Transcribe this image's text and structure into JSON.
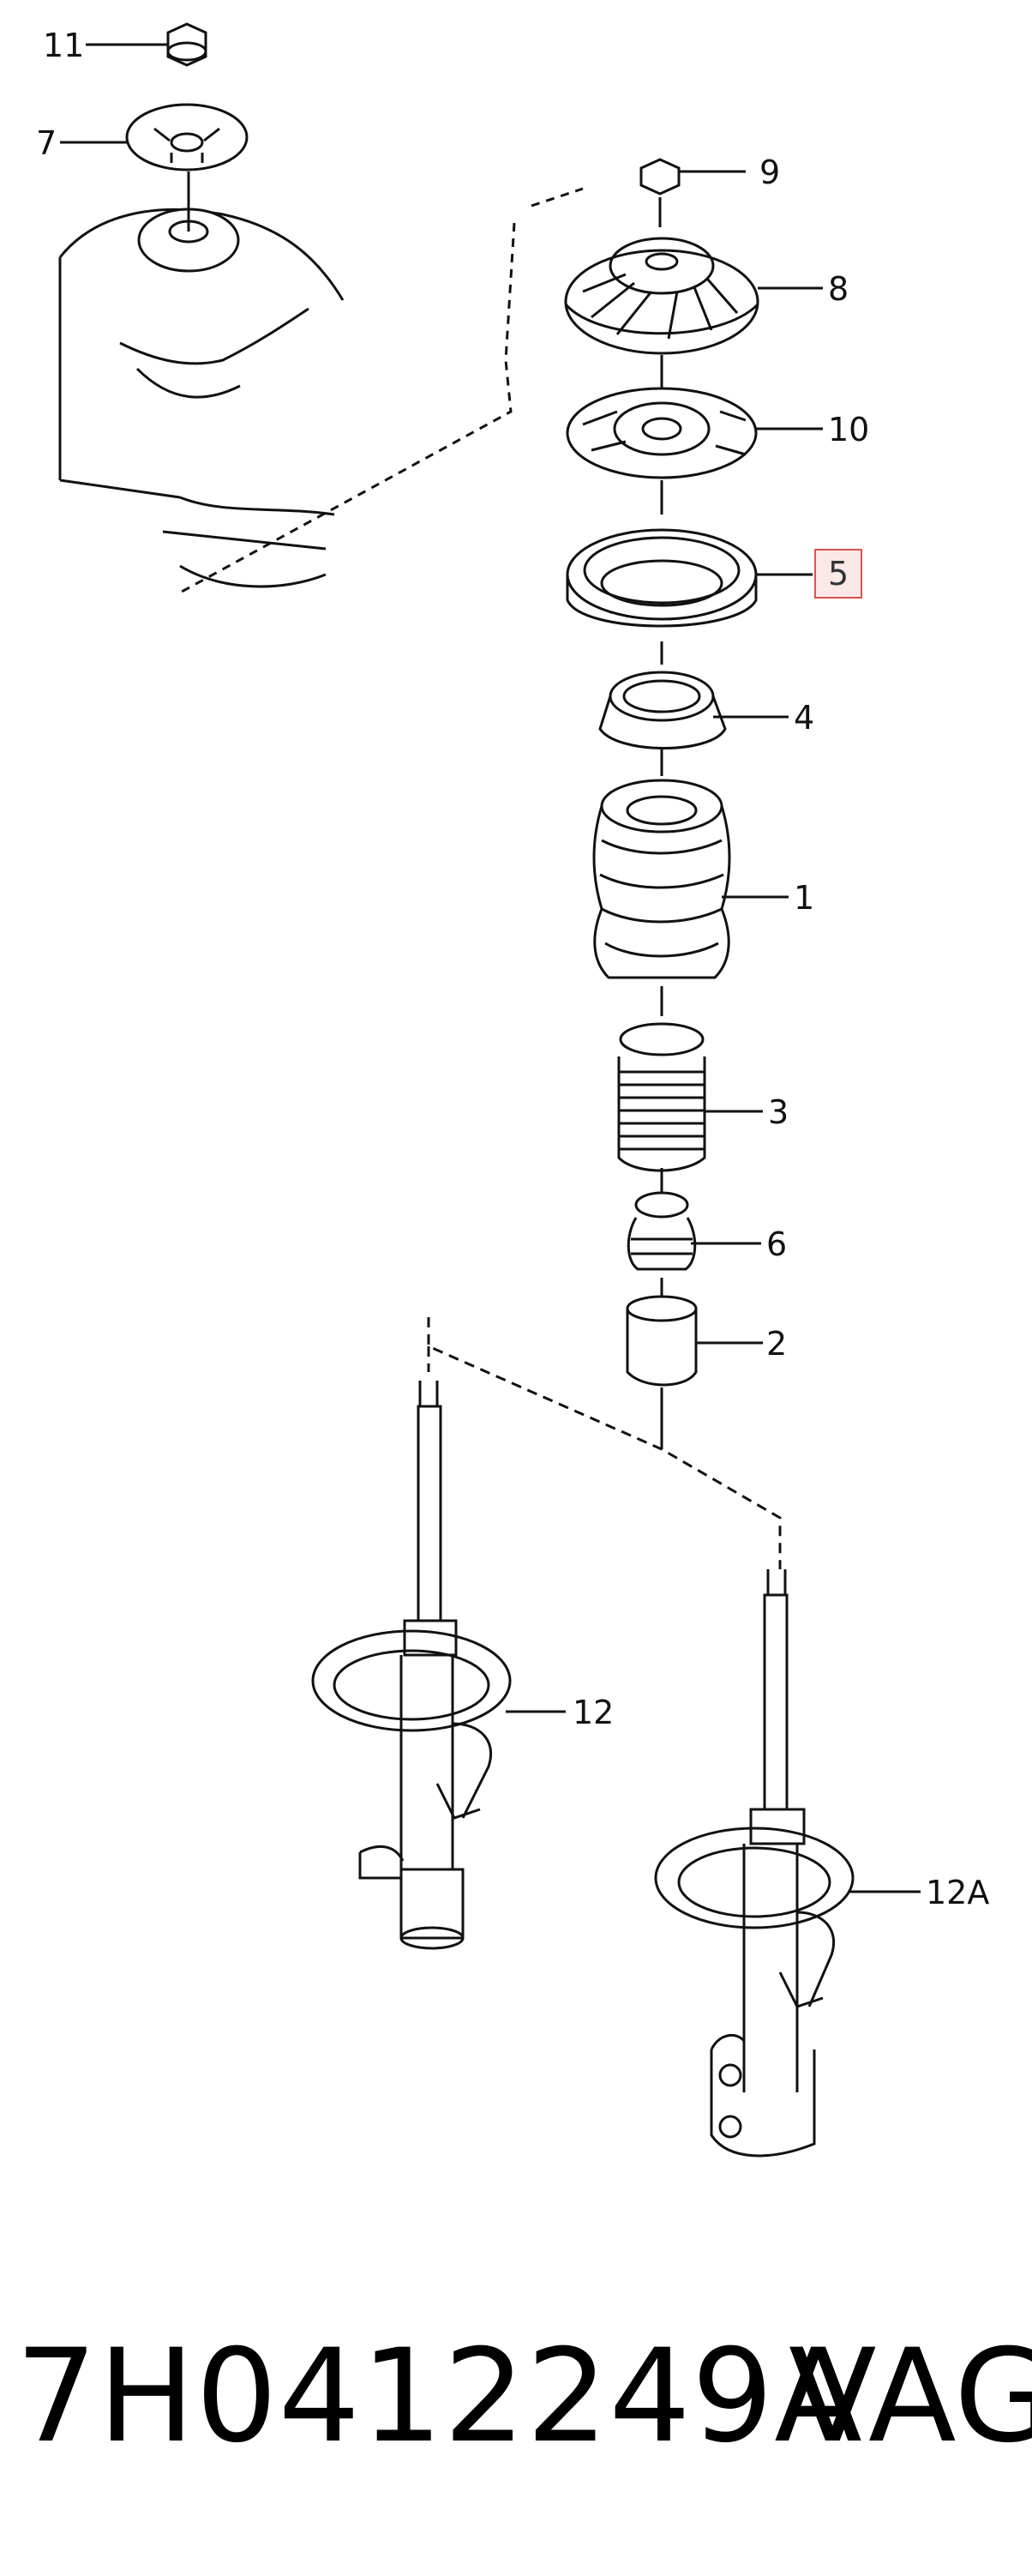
{
  "labels": {
    "l11": "11",
    "l7": "7",
    "l9": "9",
    "l8": "8",
    "l10": "10",
    "l5": "5",
    "l4": "4",
    "l1": "1",
    "l3": "3",
    "l6": "6",
    "l2": "2",
    "l12": "12",
    "l12a": "12A"
  },
  "footer": {
    "part_number": "7H0412249A",
    "brand": "VAG"
  },
  "colors": {
    "line": "#111111",
    "highlight_border": "#d9534f",
    "highlight_fill": "#fde8e8"
  }
}
